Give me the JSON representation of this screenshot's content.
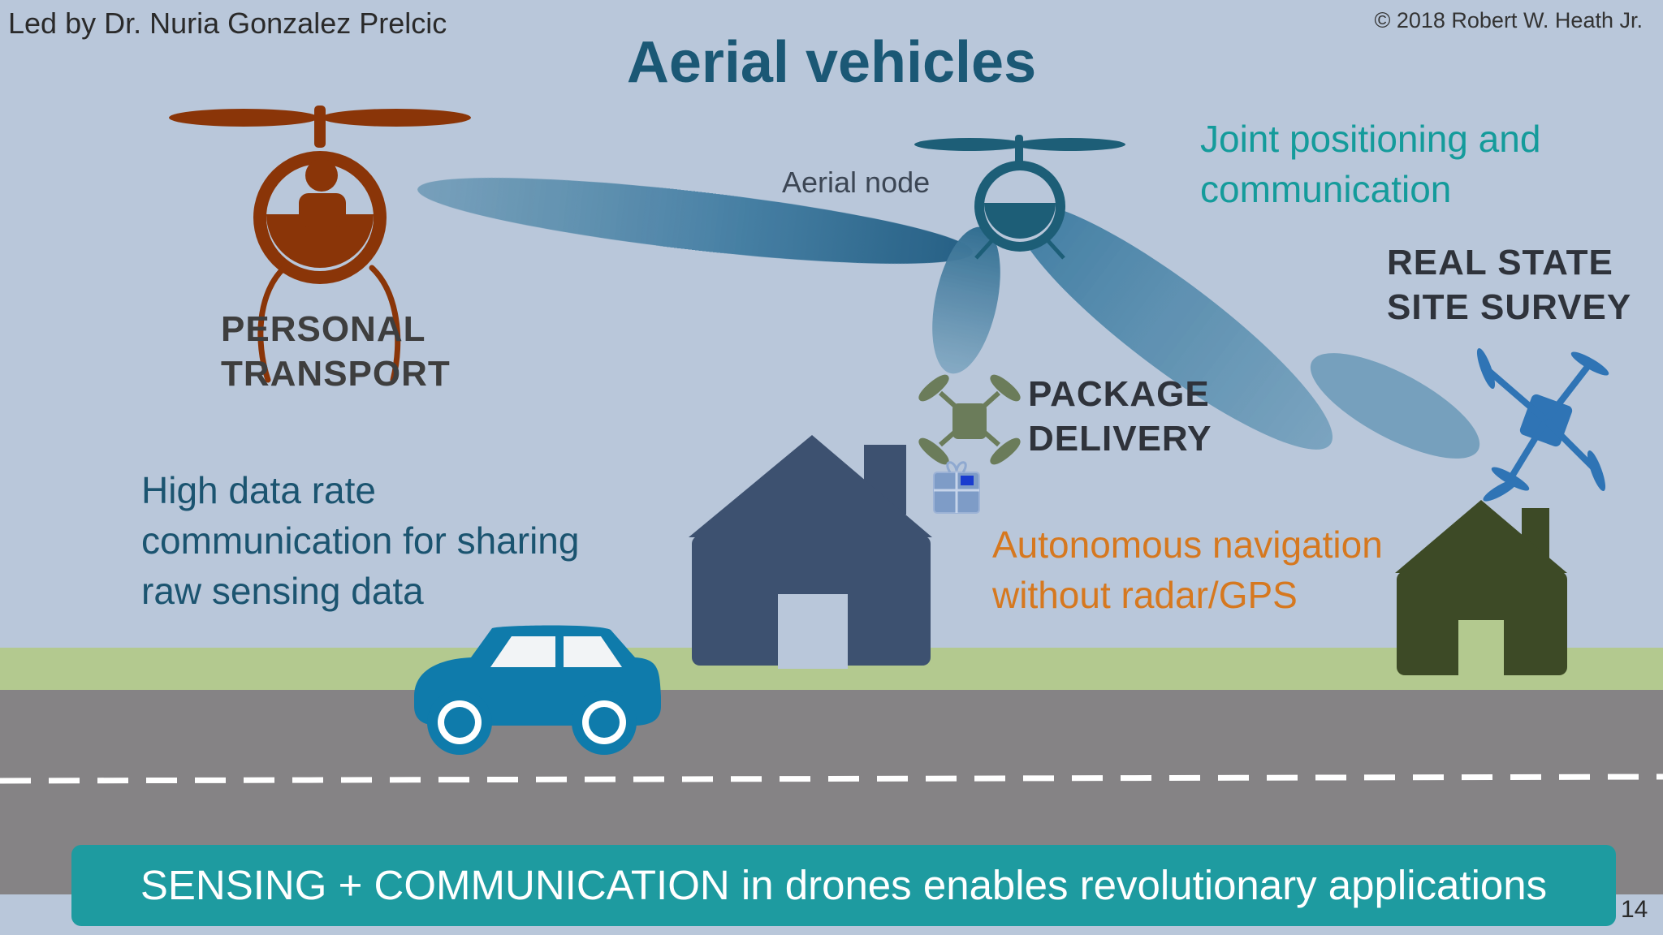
{
  "header": {
    "credit": "Led by Dr. Nuria Gonzalez Prelcic",
    "copyright": "© 2018 Robert W. Heath Jr.",
    "title": "Aerial vehicles"
  },
  "labels": {
    "aerial_node": "Aerial node",
    "joint_line1": "Joint positioning and",
    "joint_line2": "communication",
    "real_state_line1": "REAL STATE",
    "real_state_line2": "SITE SURVEY",
    "personal_line1": "PERSONAL",
    "personal_line2": "TRANSPORT",
    "package_line1": "PACKAGE",
    "package_line2": "DELIVERY",
    "high_rate_line1": "High data rate",
    "high_rate_line2": "communication for sharing",
    "high_rate_line3": "raw sensing data",
    "autonomous_line1": "Autonomous navigation",
    "autonomous_line2": "without radar/GPS"
  },
  "banner": {
    "text": "SENSING + COMMUNICATION in drones enables revolutionary applications"
  },
  "footer": {
    "page_number": "14"
  },
  "colors": {
    "sky": "#b9c7da",
    "grass": "#b3c98f",
    "road": "#858385",
    "title": "#1b5875",
    "personal_craft": "#8a3508",
    "aerial_node": "#1d5e77",
    "package_drone": "#6b7c5a",
    "survey_drone": "#2f74b5",
    "house_blue": "#3d5170",
    "house_green": "#3d4a26",
    "car": "#0f7bab",
    "banner": "#1e9ba0",
    "joint_text": "#149b9b",
    "autonomous_text": "#d6781f"
  }
}
